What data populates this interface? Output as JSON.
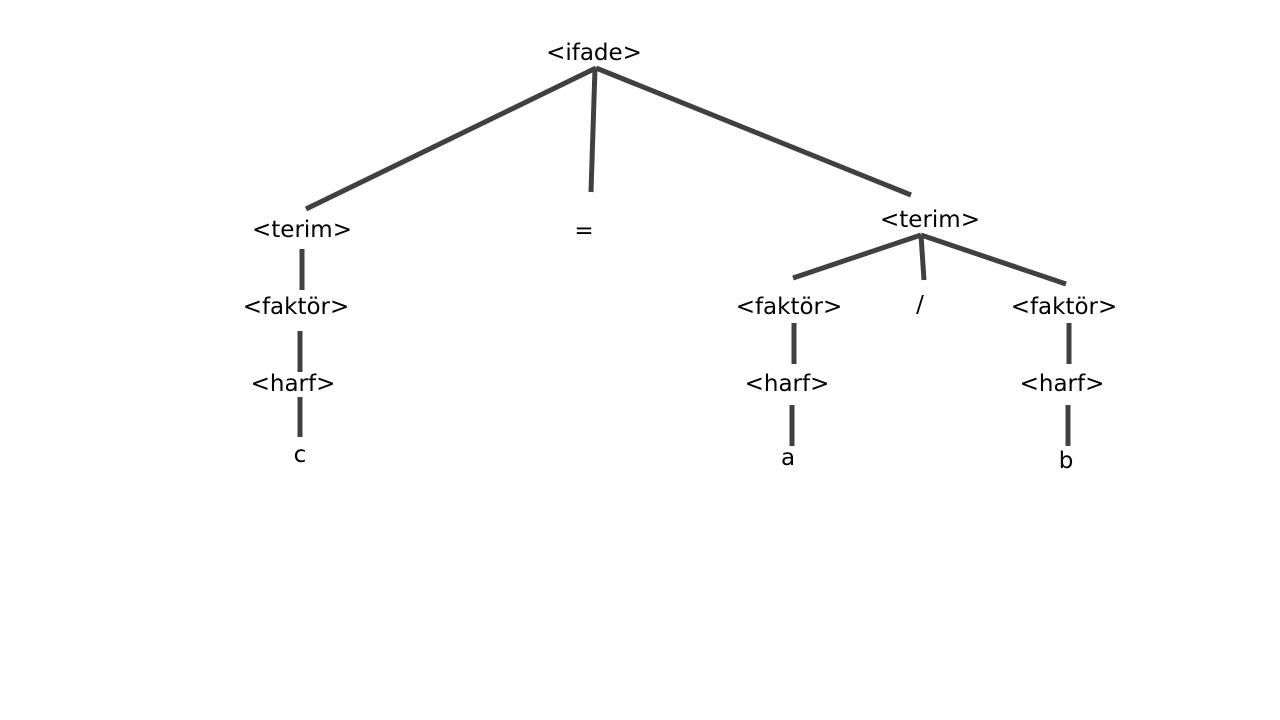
{
  "diagram": {
    "type": "parse-tree",
    "nodes": [
      {
        "id": "ifade",
        "label": "<ifade>"
      },
      {
        "id": "terim-left",
        "label": "<terim>"
      },
      {
        "id": "equals",
        "label": "="
      },
      {
        "id": "terim-right",
        "label": "<terim>"
      },
      {
        "id": "faktor-left",
        "label": "<faktör>"
      },
      {
        "id": "harf-left",
        "label": "<harf>"
      },
      {
        "id": "leaf-c",
        "label": "c"
      },
      {
        "id": "faktor-mid",
        "label": "<faktör>"
      },
      {
        "id": "slash",
        "label": "/"
      },
      {
        "id": "faktor-right",
        "label": "<faktör>"
      },
      {
        "id": "harf-mid",
        "label": "<harf>"
      },
      {
        "id": "harf-right",
        "label": "<harf>"
      },
      {
        "id": "leaf-a",
        "label": "a"
      },
      {
        "id": "leaf-b",
        "label": "b"
      }
    ],
    "edges": [
      {
        "from": "ifade",
        "to": "terim-left"
      },
      {
        "from": "ifade",
        "to": "equals"
      },
      {
        "from": "ifade",
        "to": "terim-right"
      },
      {
        "from": "terim-left",
        "to": "faktor-left"
      },
      {
        "from": "faktor-left",
        "to": "harf-left"
      },
      {
        "from": "harf-left",
        "to": "leaf-c"
      },
      {
        "from": "terim-right",
        "to": "faktor-mid"
      },
      {
        "from": "terim-right",
        "to": "slash"
      },
      {
        "from": "terim-right",
        "to": "faktor-right"
      },
      {
        "from": "faktor-mid",
        "to": "harf-mid"
      },
      {
        "from": "harf-mid",
        "to": "leaf-a"
      },
      {
        "from": "faktor-right",
        "to": "harf-right"
      },
      {
        "from": "harf-right",
        "to": "leaf-b"
      }
    ]
  },
  "colors": {
    "edge": "#404040",
    "text": "#000000",
    "background": "#ffffff"
  }
}
